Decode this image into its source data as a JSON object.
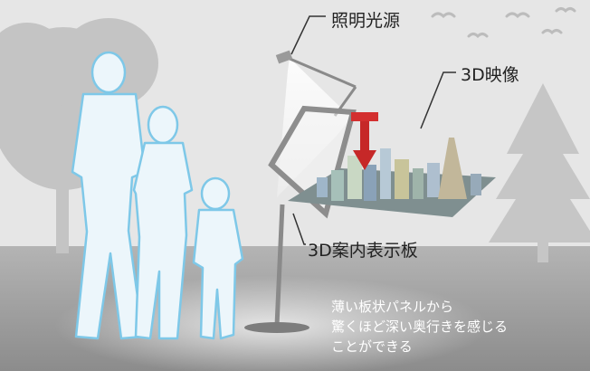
{
  "labels": {
    "light_source": "照明光源",
    "image_3d": "3D映像",
    "guide_board": "3D案内表示板"
  },
  "description": {
    "line1": "薄い板状パネルから",
    "line2": "驚くほど深い奥行きを感じる",
    "line3": "ことができる"
  },
  "colors": {
    "sky": "#e8e8e8",
    "floor": "#a7a7a7",
    "silhouette_fill": "#ecf6fb",
    "silhouette_stroke": "#7ec8e8",
    "trees": "#bdbdbd",
    "arrow": "#c62828",
    "sign": "#d32f2f"
  }
}
